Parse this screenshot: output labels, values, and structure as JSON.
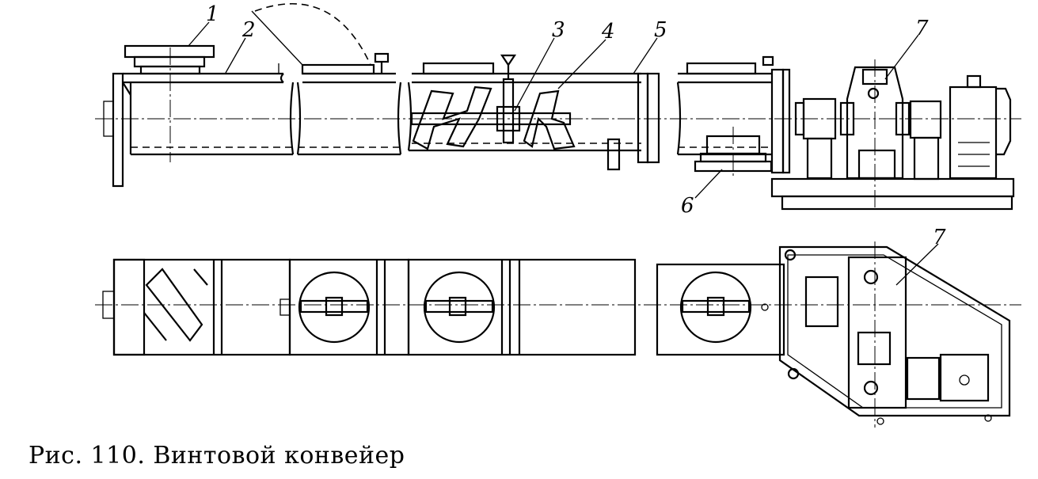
{
  "caption": "Рис. 110. Винтовой конвейер",
  "callouts": [
    "1",
    "2",
    "3",
    "4",
    "5",
    "6",
    "7",
    "7"
  ]
}
